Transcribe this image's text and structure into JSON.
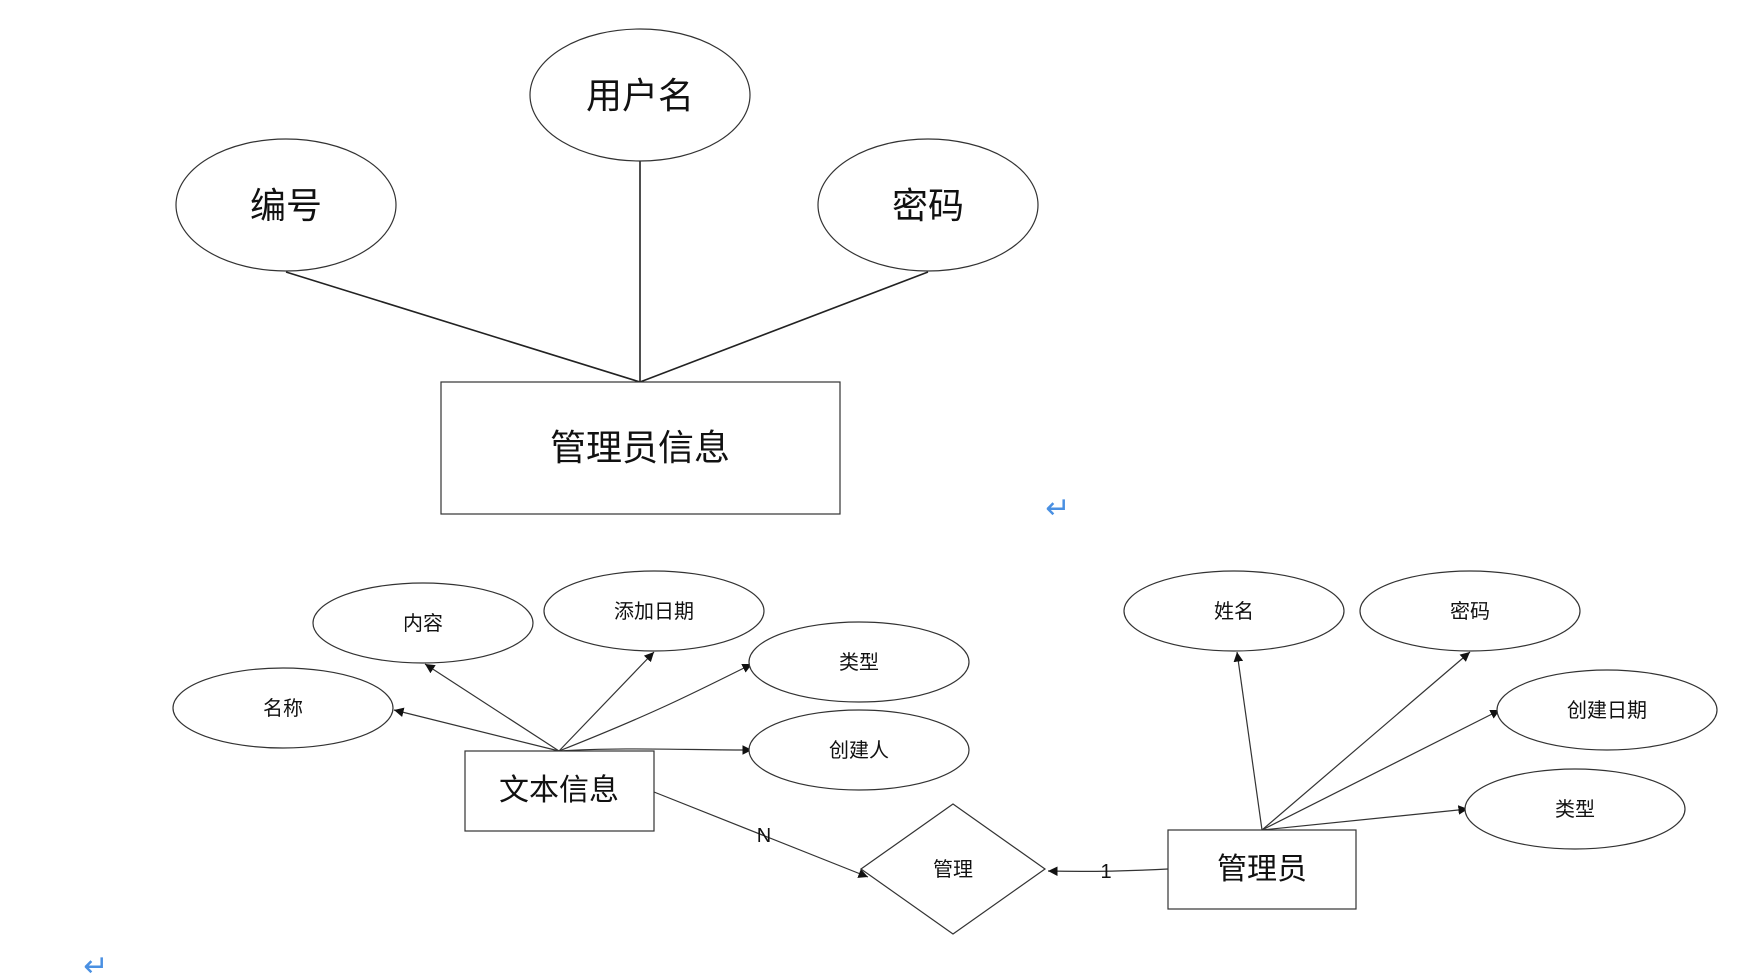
{
  "diagram_top": {
    "entity": "管理员信息",
    "attributes": {
      "id": "编号",
      "username": "用户名",
      "password": "密码"
    }
  },
  "diagram_bottom": {
    "entity_left": "文本信息",
    "left_attributes": {
      "name": "名称",
      "content": "内容",
      "added_date": "添加日期",
      "type": "类型",
      "creator": "创建人"
    },
    "relationship": "管理",
    "cardinality_left": "N",
    "cardinality_right": "1",
    "entity_right": "管理员",
    "right_attributes": {
      "name": "姓名",
      "password": "密码",
      "created_date": "创建日期",
      "type": "类型"
    }
  },
  "return_marks": [
    "↵",
    "↵"
  ],
  "colors": {
    "line": "#222222",
    "return_mark": "#4a90e2"
  }
}
